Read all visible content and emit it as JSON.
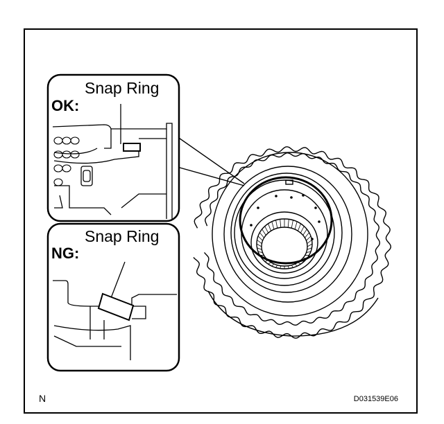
{
  "callouts": {
    "ok": {
      "status": "OK:",
      "part": "Snap Ring"
    },
    "ng": {
      "status": "NG:",
      "part": "Snap Ring"
    }
  },
  "footer": {
    "corner_mark": "N",
    "figure_id": "D031539E06"
  },
  "colors": {
    "line": "#000000",
    "background": "#ffffff"
  }
}
